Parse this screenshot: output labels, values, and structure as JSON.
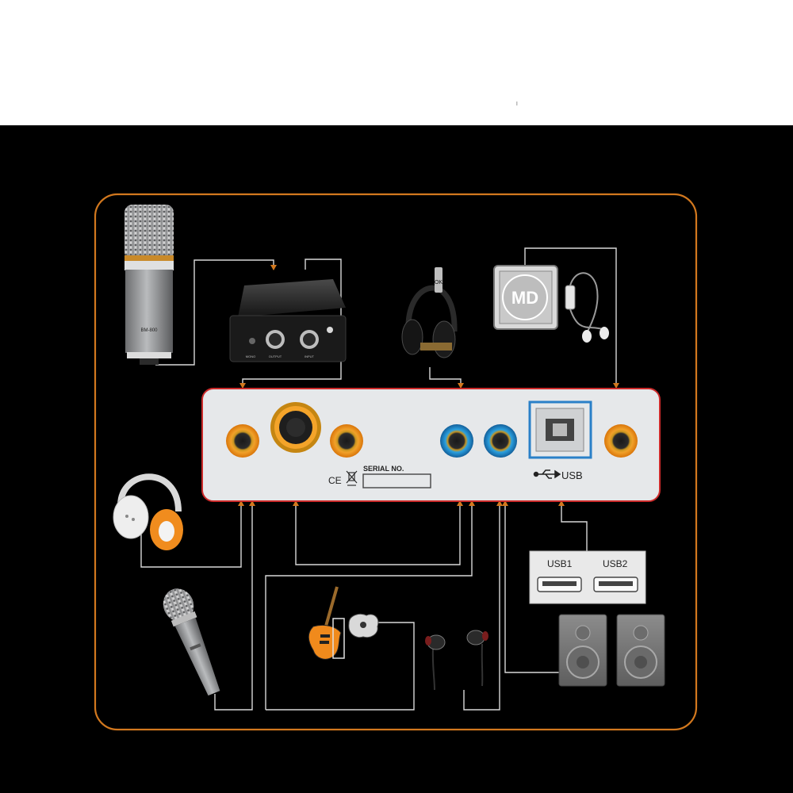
{
  "microphone": {
    "model": "BM-800"
  },
  "phantom_power": {
    "port_left": "MONO",
    "port_mid": "OUTPUT",
    "port_right": "INPUT"
  },
  "headphones_top": {
    "brand": "OK"
  },
  "md_player": {
    "label": "MD"
  },
  "sound_card": {
    "serial_label": "SERIAL NO.",
    "ce_mark": "CE",
    "usb_label": "USB"
  },
  "usb_hub": {
    "port1": "USB1",
    "port2": "USB2"
  },
  "colors": {
    "frame": "#d2781e",
    "line": "#d8d8d8",
    "jack_orange": "#e5870f",
    "jack_blue": "#1d88c9",
    "panel": "#e6e8ea",
    "panel_border": "#cc2a2a"
  }
}
